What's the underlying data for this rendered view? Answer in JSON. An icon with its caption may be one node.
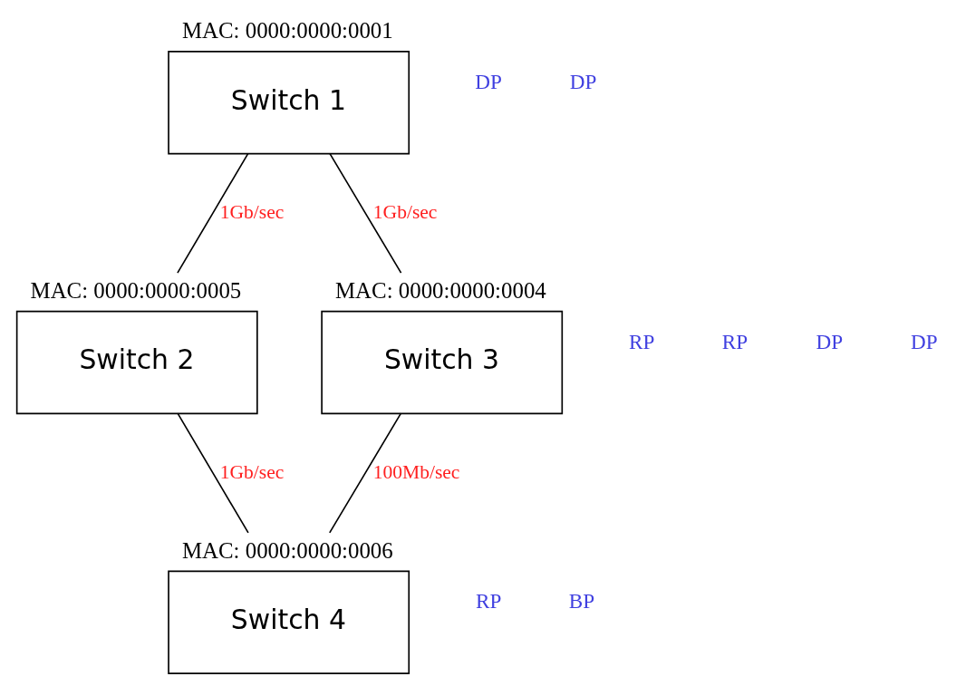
{
  "diagram": {
    "nodes": [
      {
        "text": [
          "Switch 1"
        ],
        "beside": [
          "MAC: 0000:0000:0001"
        ]
      },
      {
        "text": [
          "Switch 2"
        ],
        "beside": [
          "MAC: 0000:0000:0005"
        ]
      },
      {
        "text": [
          "Switch 3"
        ],
        "beside": [
          "MAC: 0000:0000:0004"
        ]
      },
      {
        "text": [
          "Switch 4"
        ],
        "beside": [
          "MAC: 0000:0000:0006"
        ]
      }
    ],
    "edges": [
      {
        "from": 0,
        "to": 1,
        "arrow": "none",
        "label": "1Gb/sec"
      },
      {
        "from": 0,
        "to": 2,
        "arrow": "none",
        "label": "1Gb/sec"
      },
      {
        "from": 1,
        "to": 3,
        "arrow": "none",
        "label": "1Gb/sec"
      },
      {
        "from": 2,
        "to": 3,
        "arrow": "none",
        "label": "100Mb/sec"
      }
    ],
    "labels": [
      "DP",
      "DP",
      "RP",
      "RP",
      "DP",
      "DP",
      "RP",
      "BP"
    ]
  }
}
